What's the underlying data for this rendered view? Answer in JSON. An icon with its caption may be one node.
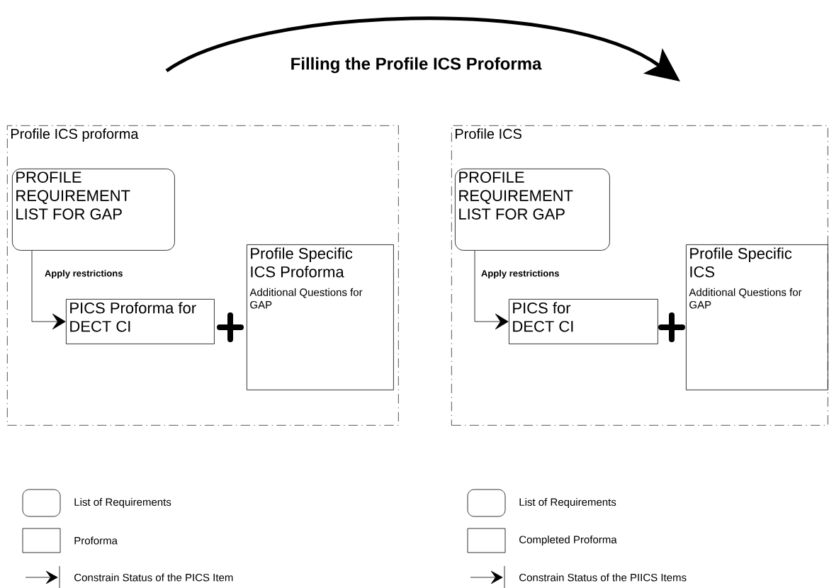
{
  "diagram": {
    "nodes": [
      {
        "text": [
          "Profile  ICS proforma"
        ]
      },
      {
        "text": [
          "PROFILE REQUIREMENT LIST FOR GAP"
        ],
        "in": 0
      },
      {
        "text": [
          "PICS Proforma for DECT CI"
        ],
        "in": 0
      },
      {
        "text": [
          "Profile Specific ICS Proforma",
          "Additional Questions for GAP"
        ],
        "in": 0
      },
      {
        "text": [
          "Profile ICS"
        ]
      },
      {
        "text": [
          "PROFILE REQUIREMENT LIST FOR GAP"
        ],
        "in": 4
      },
      {
        "text": [
          "PICS for DECT CI"
        ],
        "in": 4
      },
      {
        "text": [
          "Profile Specific ICS",
          "Additional Questions for GAP"
        ],
        "in": 4
      }
    ],
    "edges": [
      {
        "from": 1,
        "to": 2,
        "arrow": "to",
        "label": "Apply restrictions"
      },
      {
        "from": 5,
        "to": 6,
        "arrow": "to",
        "label": "Apply restrictions"
      },
      {
        "from": 0,
        "to": 4,
        "arrow": "to",
        "label": "Filling the Profile ICS Proforma",
        "style": "thick"
      }
    ],
    "legend": [
      {
        "text": "List of Requirements"
      },
      {
        "text": "Proforma"
      },
      {
        "text": "Constrain Status of the PICS Item"
      },
      {
        "text": "List of Requirements"
      },
      {
        "text": "Completed Proforma"
      },
      {
        "text": "Constrain Status of the PIICS Items"
      }
    ]
  }
}
